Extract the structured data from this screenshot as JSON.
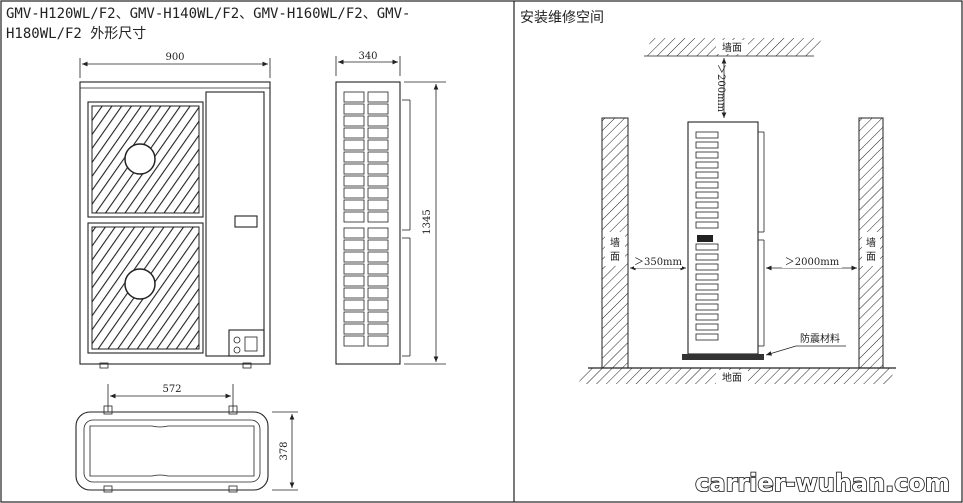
{
  "left_panel": {
    "title_line1": "GMV-H120WL/F2、GMV-H140WL/F2、GMV-H160WL/F2、GMV-",
    "title_line2": "H180WL/F2 外形尺寸",
    "front_width": "900",
    "side_depth": "340",
    "height": "1345",
    "bottom_mount_spacing": "572",
    "bottom_depth": "378"
  },
  "right_panel": {
    "title": "安装维修空间",
    "top_wall": "墙面",
    "top_clearance": "＞200mm",
    "left_wall": "墙面",
    "right_wall": "墙面",
    "left_clearance": "＞350mm",
    "right_clearance": "＞2000mm",
    "anti_vibration": "防震材料",
    "ground": "地面"
  },
  "watermark": "carrier-wuhan.com"
}
